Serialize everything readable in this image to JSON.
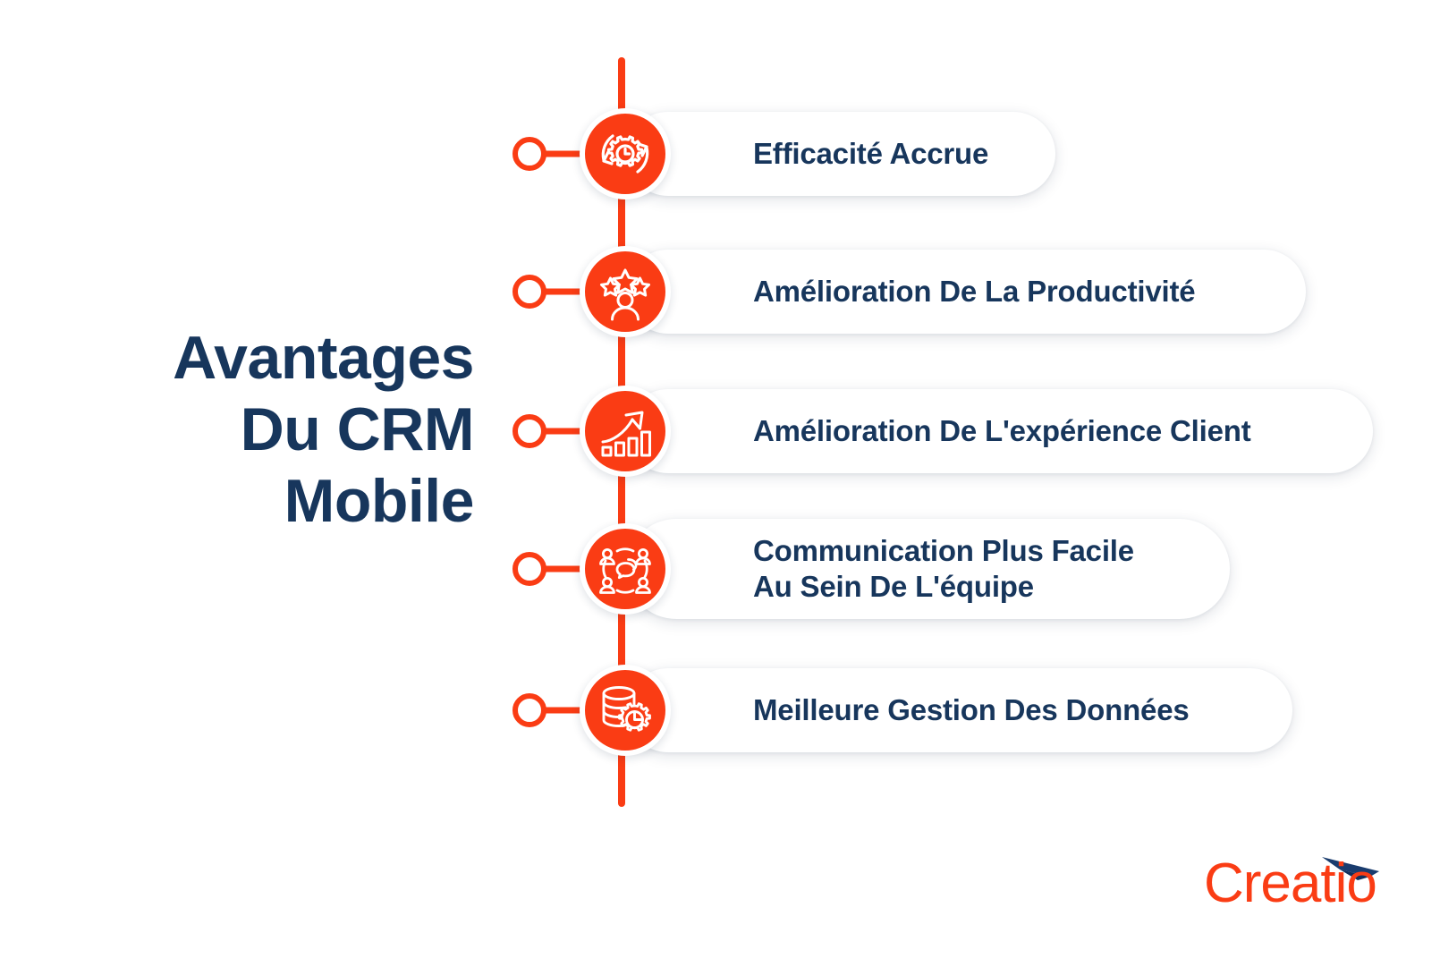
{
  "theme": {
    "background": "#ffffff",
    "accent_orange": "#fa3c14",
    "navy": "#17365c",
    "pill_background": "#ffffff"
  },
  "title": {
    "lines": [
      "Avantages",
      "Du CRM",
      "Mobile"
    ],
    "full": "Avantages Du CRM Mobile"
  },
  "timeline": {
    "items": [
      {
        "label": "Efficacité Accrue",
        "icon": "gear-clock-refresh-icon",
        "pill_width": 480
      },
      {
        "label": "Amélioration De La Productivité",
        "icon": "person-stars-rating-icon",
        "pill_width": 760
      },
      {
        "label": "Amélioration De L'expérience Client",
        "icon": "growth-arrow-bar-chart-icon",
        "pill_width": 835
      },
      {
        "label": "Communication Plus Facile\nAu Sein De L'équipe",
        "icon": "team-network-chat-icon",
        "pill_width": 675
      },
      {
        "label": "Meilleure Gestion Des Données",
        "icon": "database-gear-pie-icon",
        "pill_width": 745
      }
    ]
  },
  "logo": {
    "text": "Creatio",
    "text_color": "#fa3c14",
    "swoosh_color": "#1a3c6e"
  }
}
